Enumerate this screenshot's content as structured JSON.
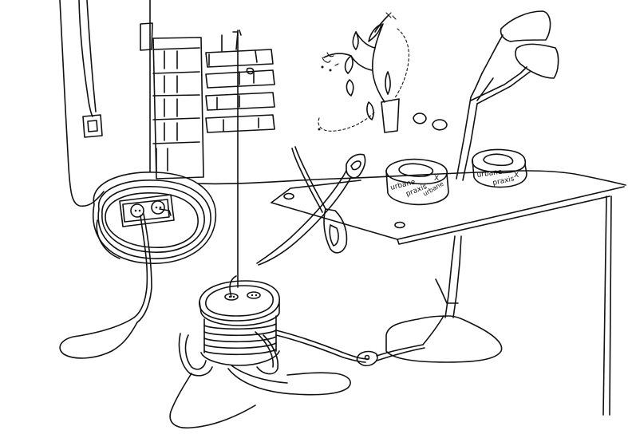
{
  "illustration": {
    "tape_labels": {
      "front_roll_top": "urbane",
      "front_roll_mid": "praxis",
      "front_roll_side": "urbane",
      "front_roll_mark": "X",
      "back_roll_top": "urbane",
      "back_roll_mid": "praxis",
      "back_roll_mark": "X"
    }
  }
}
